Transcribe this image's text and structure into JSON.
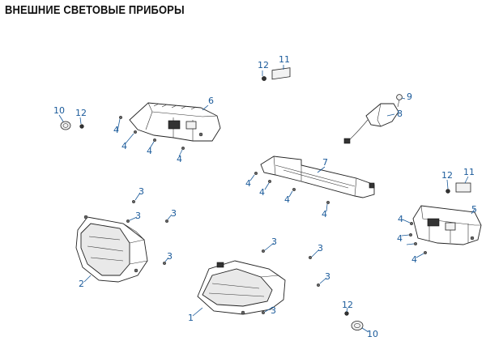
{
  "title": "ВНЕШНИЕ СВЕТОВЫЕ ПРИБОРЫ",
  "callouts": {
    "c1": "1",
    "c2": "2",
    "c3a": "3",
    "c3b": "3",
    "c3c": "3",
    "c3d": "3",
    "c3e": "3",
    "c3f": "3",
    "c3g": "3",
    "c3h": "3",
    "c4a": "4",
    "c4b": "4",
    "c4c": "4",
    "c4d": "4",
    "c4e": "4",
    "c4f": "4",
    "c4g": "4",
    "c4h": "4",
    "c4i": "4",
    "c4j": "4",
    "c4k": "4",
    "c5": "5",
    "c6": "6",
    "c7": "7",
    "c8": "8",
    "c9": "9",
    "c10a": "10",
    "c10b": "10",
    "c11a": "11",
    "c11b": "11",
    "c12a": "12",
    "c12b": "12",
    "c12c": "12",
    "c12d": "12"
  }
}
